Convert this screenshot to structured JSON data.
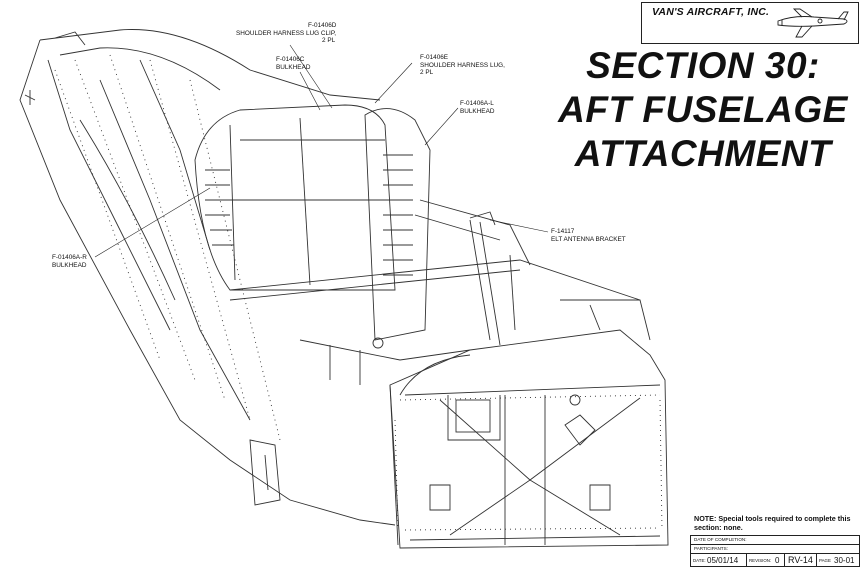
{
  "brand": {
    "name": "VAN'S AIRCRAFT, INC."
  },
  "title": {
    "line1": "SECTION 30:",
    "line2": "AFT FUSELAGE",
    "line3": "ATTACHMENT"
  },
  "callouts": {
    "shoulder_clip": {
      "part": "F-01406D",
      "desc1": "SHOULDER HARNESS LUG CLIP,",
      "desc2": "2 PL"
    },
    "bulkhead_c": {
      "part": "F-01406C",
      "desc1": "BULKHEAD"
    },
    "harness_lug": {
      "part": "F-01406E",
      "desc1": "SHOULDER HARNESS LUG,",
      "desc2": "2 PL"
    },
    "bulkhead_l": {
      "part": "F-01406A-L",
      "desc1": "BULKHEAD"
    },
    "elt_bracket": {
      "part": "F-14117",
      "desc1": "ELT ANTENNA BRACKET"
    },
    "bulkhead_r": {
      "part": "F-01406A-R",
      "desc1": "BULKHEAD"
    }
  },
  "note": {
    "label": "NOTE:",
    "text": "Special tools required to complete this section: none."
  },
  "title_block": {
    "date_completion_label": "DATE OF COMPLETION:",
    "participants_label": "PARTICIPANTS:",
    "date_label": "DATE:",
    "date": "05/01/14",
    "revision_label": "REVISION:",
    "revision": "0",
    "model": "RV-14",
    "page_label": "PAGE",
    "page": "30-01"
  }
}
